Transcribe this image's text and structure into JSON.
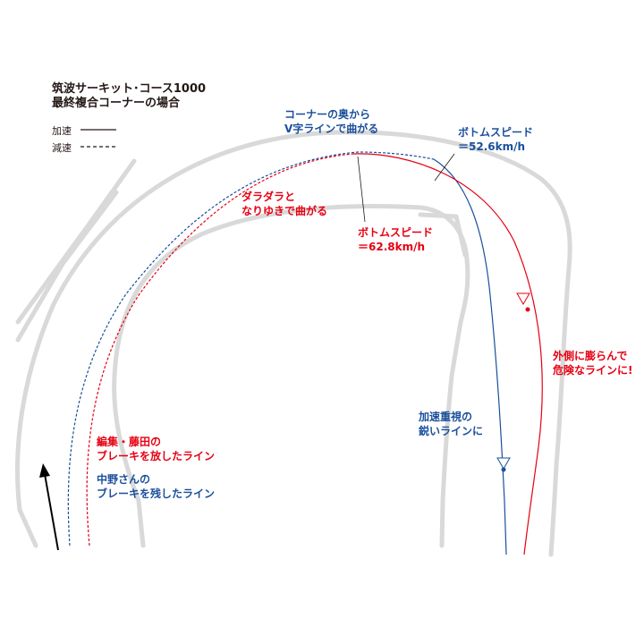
{
  "title": {
    "line1": "筑波サーキット･コース1000",
    "line2": "最終複合コーナーの場合"
  },
  "legend": {
    "accel": "加速",
    "decel": "減速"
  },
  "annotations": {
    "blue_corner_1": "コーナーの奥から",
    "blue_corner_2": "V字ラインで曲がる",
    "blue_bottom_1": "ボトムスピード",
    "blue_bottom_2": "＝52.6km/h",
    "red_dara_1": "ダラダラと",
    "red_dara_2": "なりゆきで曲がる",
    "red_bottom_1": "ボトムスピード",
    "red_bottom_2": "＝62.8km/h",
    "red_outside_1": "外側に膨らんで",
    "red_outside_2": "危険なラインに!",
    "blue_accel_1": "加速重視の",
    "blue_accel_2": "鋭いラインに",
    "red_line_1": "編集・藤田の",
    "red_line_2": "ブレーキを放したライン",
    "blue_line_1": "中野さんの",
    "blue_line_2": "ブレーキを残したライン"
  },
  "colors": {
    "track": "#d9d9d9",
    "red_line": "#e60012",
    "blue_line": "#1a4f9c",
    "text": "#231815"
  }
}
